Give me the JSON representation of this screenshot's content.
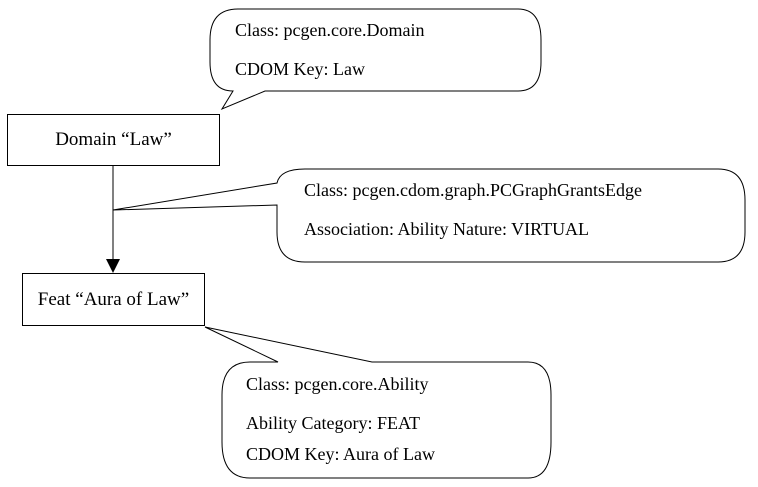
{
  "nodes": {
    "domain": {
      "label": "Domain “Law”"
    },
    "feat": {
      "label": "Feat “Aura of Law”"
    }
  },
  "callouts": {
    "domain": {
      "line1": "Class: pcgen.core.Domain",
      "line2": "CDOM Key: Law"
    },
    "edge": {
      "line1": "Class: pcgen.cdom.graph.PCGraphGrantsEdge",
      "line2": "Association: Ability Nature: VIRTUAL"
    },
    "feat": {
      "line1": "Class: pcgen.core.Ability",
      "line2": "Ability Category: FEAT",
      "line3": "CDOM Key: Aura of Law"
    }
  },
  "colors": {
    "stroke": "#000000",
    "fill": "#ffffff"
  }
}
